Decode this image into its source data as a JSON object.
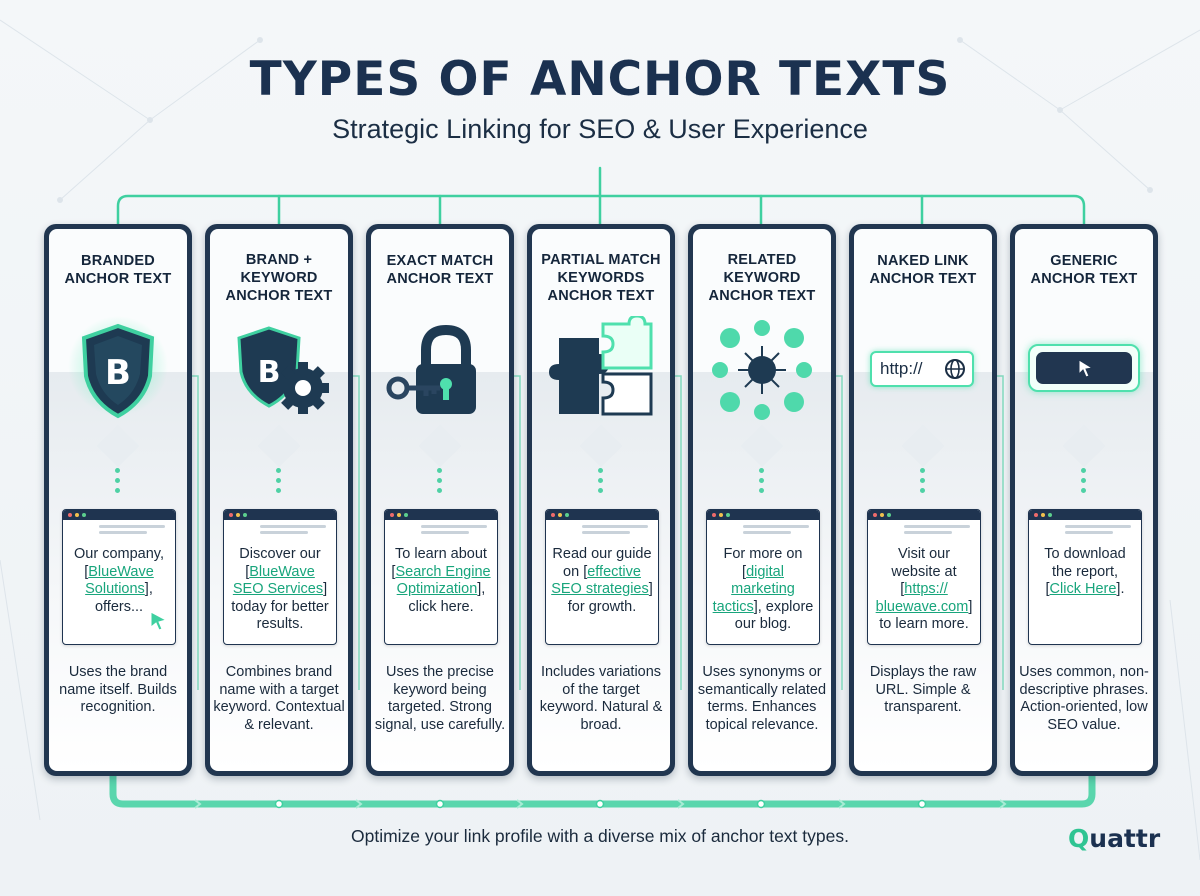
{
  "header": {
    "title": "TYPES OF ANCHOR TEXTS",
    "subtitle": "Strategic Linking for SEO & User Experience"
  },
  "cards": [
    {
      "heading": "BRANDED ANCHOR TEXT",
      "icon": "branded-shield-icon",
      "snippet": {
        "before": "Our company, [",
        "link": "BlueWave Solutions",
        "after": "], offers..."
      },
      "description": "Uses the brand name itself. Builds recognition."
    },
    {
      "heading": "BRAND + KEYWORD ANCHOR TEXT",
      "icon": "shield-gear-icon",
      "snippet": {
        "before": "Discover our [",
        "link": "BlueWave SEO Services",
        "after": "] today for better results."
      },
      "description": "Combines brand name with a target keyword. Contextual & relevant."
    },
    {
      "heading": "EXACT MATCH ANCHOR TEXT",
      "icon": "lock-key-icon",
      "snippet": {
        "before": "To learn about [",
        "link": "Search Engine Optimization",
        "after": "], click here."
      },
      "description": "Uses the precise keyword being targeted. Strong signal, use carefully."
    },
    {
      "heading": "PARTIAL MATCH KEYWORDS ANCHOR TEXT",
      "icon": "puzzle-icon",
      "snippet": {
        "before": "Read our guide on [",
        "link": "effective SEO strategies",
        "after": "] for growth."
      },
      "description": "Includes variations of the target keyword. Natural & broad."
    },
    {
      "heading": "RELATED KEYWORD ANCHOR TEXT",
      "icon": "network-icon",
      "snippet": {
        "before": "For more on [",
        "link": "digital marketing tactics",
        "after": "], explore our blog."
      },
      "description": "Uses synonyms or semantically related terms. Enhances topical relevance."
    },
    {
      "heading": "NAKED LINK ANCHOR TEXT",
      "icon": "url-globe-icon",
      "icon_text": "http://",
      "snippet": {
        "before": "Visit our website at [",
        "link": "https:// bluewave.com",
        "after": "] to learn more."
      },
      "description": "Displays the raw URL. Simple & transparent."
    },
    {
      "heading": "GENERIC ANCHOR TEXT",
      "icon": "button-cursor-icon",
      "snippet": {
        "before": "To download the report, [",
        "link": "Click Here",
        "after": "]."
      },
      "description": "Uses common, non-descriptive phrases. Action-oriented, low SEO value."
    }
  ],
  "footer": {
    "text": "Optimize your link profile with a diverse mix of anchor text types.",
    "logo_prefix": "Q",
    "logo_rest": "uattr"
  },
  "colors": {
    "navy": "#213650",
    "accent": "#3fd0a0",
    "link": "#18a57c"
  }
}
